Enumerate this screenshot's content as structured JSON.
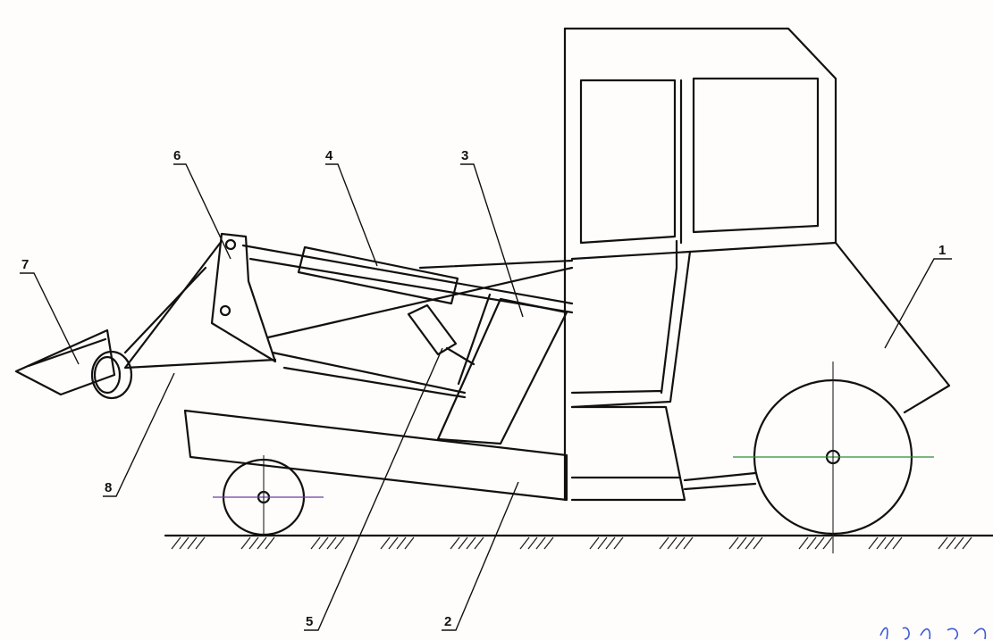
{
  "callouts": [
    {
      "id": "1",
      "label": "1"
    },
    {
      "id": "2",
      "label": "2"
    },
    {
      "id": "3",
      "label": "3"
    },
    {
      "id": "4",
      "label": "4"
    },
    {
      "id": "5",
      "label": "5"
    },
    {
      "id": "6",
      "label": "6"
    },
    {
      "id": "7",
      "label": "7"
    },
    {
      "id": "8",
      "label": "8"
    }
  ],
  "colors": {
    "line": "#111111",
    "axis_green": "#2e8b3a",
    "axis_purple": "#6a3fa0",
    "signature_blue": "#3b5bd6",
    "paper": "#fefdfc"
  }
}
